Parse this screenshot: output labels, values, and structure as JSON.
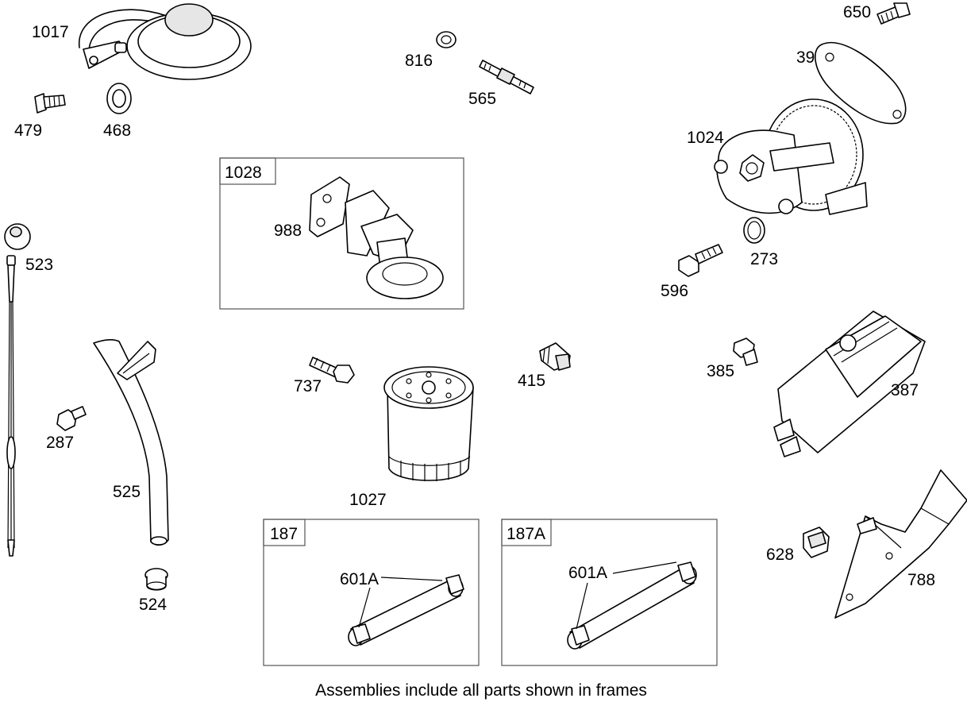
{
  "parts": {
    "p1017": "1017",
    "p479": "479",
    "p468": "468",
    "p816": "816",
    "p565": "565",
    "p650": "650",
    "p39": "39",
    "p1024": "1024",
    "p596": "596",
    "p273": "273",
    "p523": "523",
    "p988": "988",
    "p287": "287",
    "p525": "525",
    "p524": "524",
    "p737": "737",
    "p1027": "1027",
    "p415": "415",
    "p385": "385",
    "p387": "387",
    "p628": "628",
    "p788": "788"
  },
  "frames": {
    "f1028": "1028",
    "f187": "187",
    "f187A": "187A"
  },
  "frame_parts": {
    "f187_601A": "601A",
    "f187A_601A": "601A"
  },
  "caption": "Assemblies include all parts shown in frames"
}
